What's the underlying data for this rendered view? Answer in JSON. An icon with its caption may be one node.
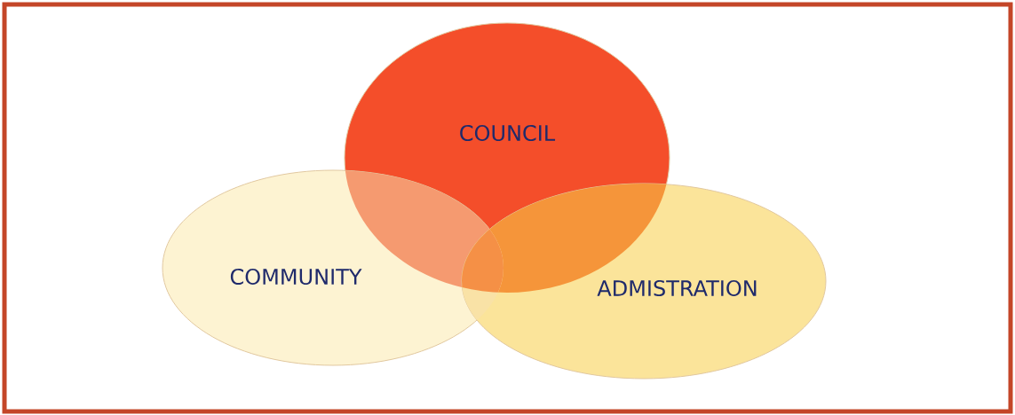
{
  "diagram": {
    "nodes": [
      {
        "text": [
          "COUNCIL"
        ]
      },
      {
        "text": [
          "COMMUNITY"
        ]
      },
      {
        "text": [
          "ADMISTRATION"
        ]
      }
    ]
  }
}
